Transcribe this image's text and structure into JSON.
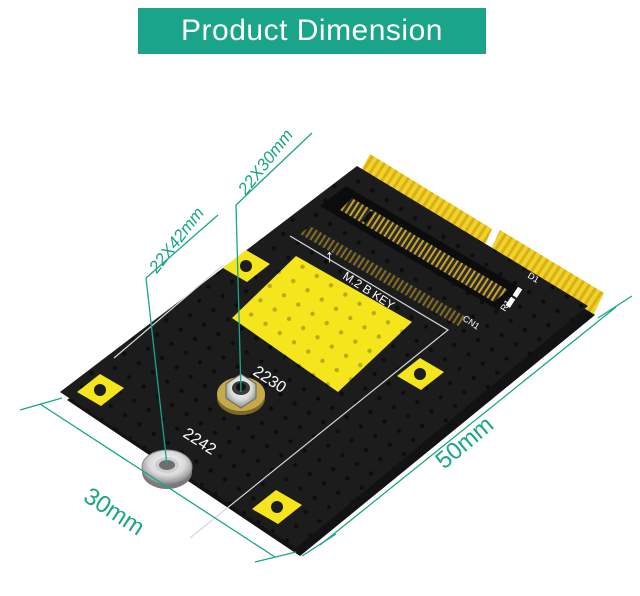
{
  "banner": {
    "title": "Product Dimension"
  },
  "dimensions": {
    "length_label": "50mm",
    "width_label": "30mm",
    "size_2230": "22X30mm",
    "size_2242": "22X42mm"
  },
  "board": {
    "hole_2230_label": "2230",
    "hole_2242_label": "2242",
    "slot_label": "M.2  B KEY",
    "connector_label": "CN1",
    "led_label": "D1",
    "resistor_label": "R1"
  },
  "colors": {
    "accent": "#1aa58a",
    "pcb": "#1b1b1b",
    "pad": "#f5e51d",
    "gold": "#e8c21a"
  }
}
